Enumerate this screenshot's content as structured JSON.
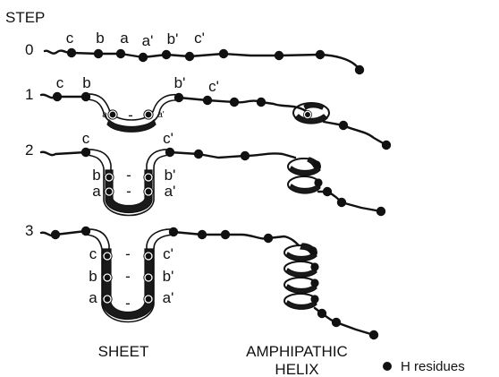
{
  "header": {
    "step_title": "STEP"
  },
  "steps": [
    {
      "number": "0",
      "labels": [
        "c",
        "b",
        "a",
        "a'",
        "b'",
        "c'"
      ]
    },
    {
      "number": "1",
      "labels_left": [
        "c",
        "b"
      ],
      "labels_right": [
        "b'",
        "c'"
      ],
      "pair_small": [
        "a",
        "-",
        "a'"
      ]
    },
    {
      "number": "2",
      "labels_top": [
        "c",
        "c'"
      ],
      "pairs": [
        [
          "b",
          "-",
          "b'"
        ],
        [
          "a",
          "-",
          "a'"
        ]
      ]
    },
    {
      "number": "3",
      "pairs": [
        [
          "c",
          "-",
          "c'"
        ],
        [
          "b",
          "-",
          "b'"
        ],
        [
          "a",
          "-",
          "a'"
        ]
      ]
    }
  ],
  "captions": {
    "sheet": "SHEET",
    "helix_line1": "AMPHIPATHIC",
    "helix_line2": "HELIX"
  },
  "legend": {
    "label": "H residues",
    "icon": "black-dot"
  },
  "colors": {
    "ink": "#111111",
    "background": "#ffffff"
  }
}
